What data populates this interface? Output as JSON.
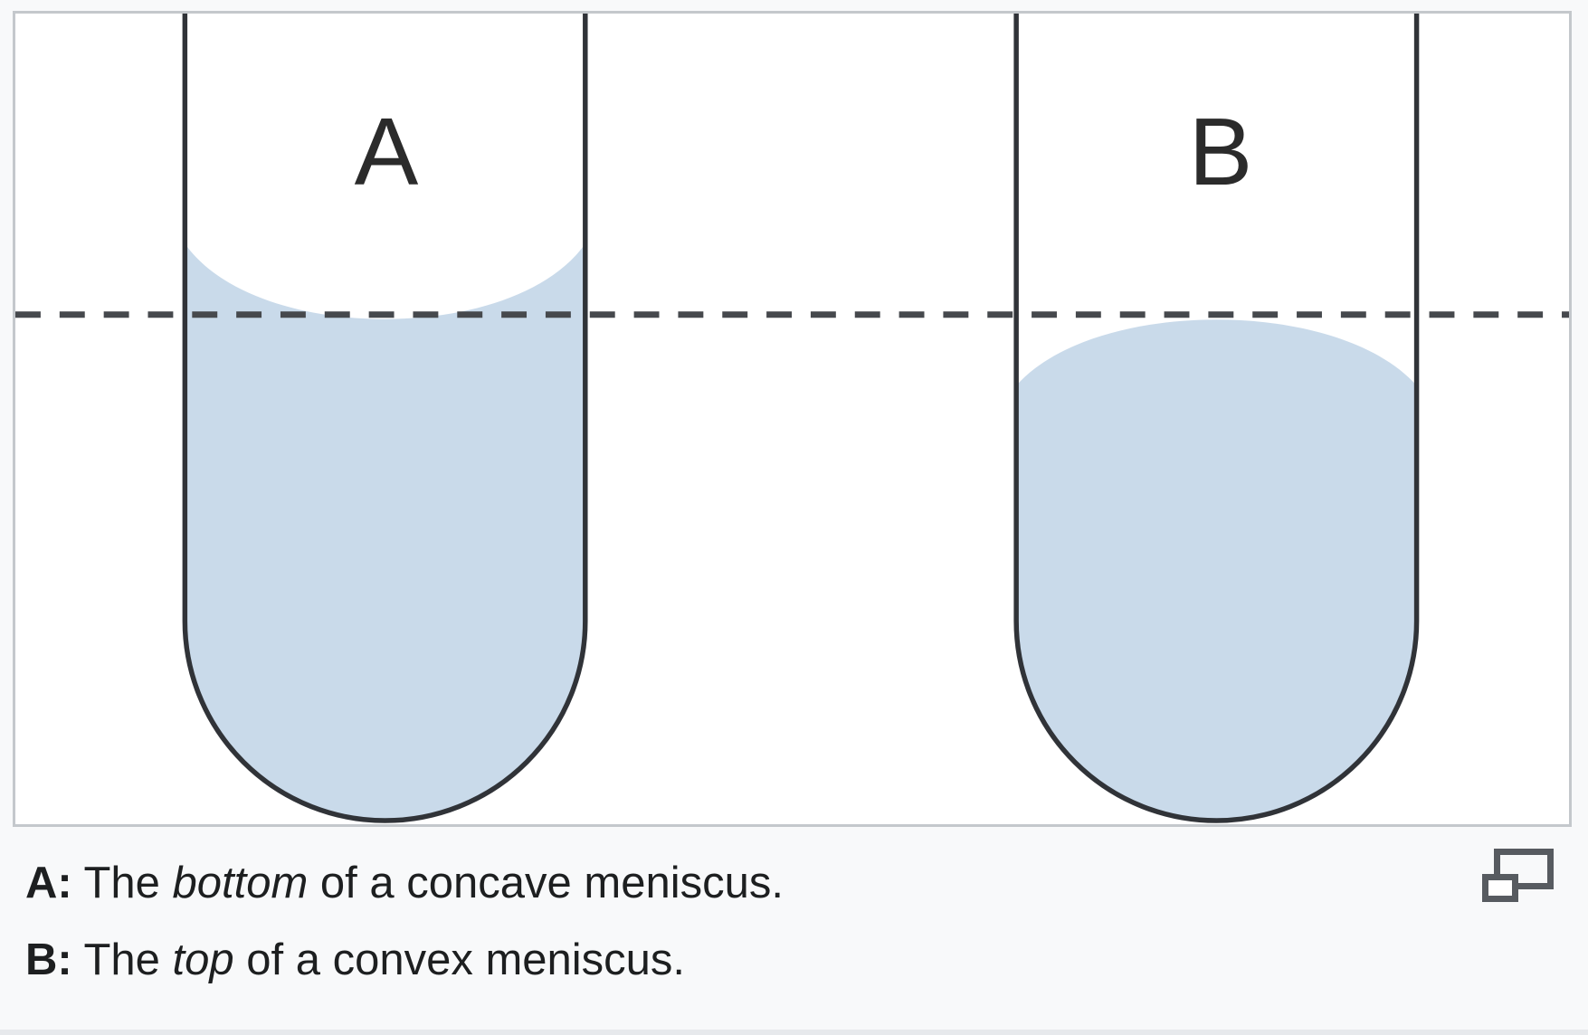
{
  "figure": {
    "tube_a_label": "A",
    "tube_b_label": "B",
    "liquid_color": "#c9daea",
    "outline_color": "#303338",
    "dashed_line_color": "#46494d",
    "frame_border_color": "#c4c8cc",
    "background_color": "#f8f9fa"
  },
  "caption": {
    "line1": {
      "label": "A:",
      "pre": " The ",
      "emphasis": "bottom",
      "post": " of a concave meniscus."
    },
    "line2": {
      "label": "B:",
      "pre": " The ",
      "emphasis": "top",
      "post": " of a convex meniscus."
    },
    "text_color": "#1d1f20"
  },
  "icons": {
    "magnify": "magnify-clip"
  }
}
